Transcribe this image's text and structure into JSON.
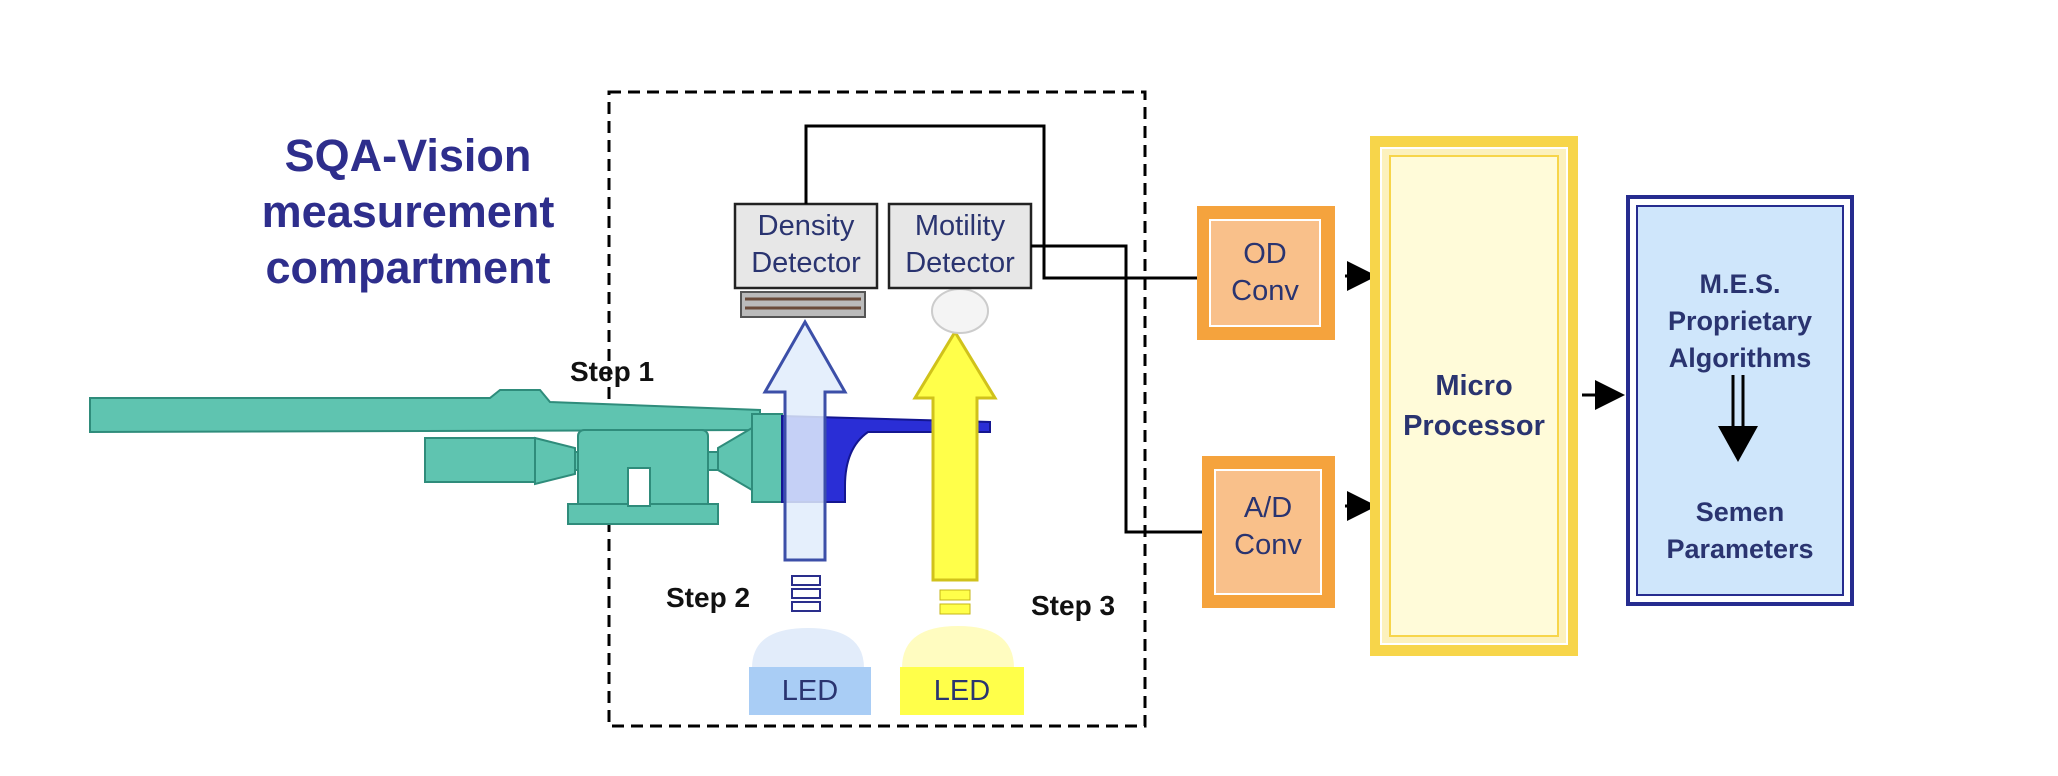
{
  "title": {
    "line1": "SQA-Vision",
    "line2": "measurement",
    "line3": "compartment"
  },
  "steps": {
    "step1": "Step 1",
    "step2": "Step 2",
    "step3": "Step 3"
  },
  "detectors": {
    "density_line1": "Density",
    "density_line2": "Detector",
    "motility_line1": "Motility",
    "motility_line2": "Detector"
  },
  "converters": {
    "od_line1": "OD",
    "od_line2": "Conv",
    "ad_line1": "A/D",
    "ad_line2": "Conv"
  },
  "processor": {
    "line1": "Micro",
    "line2": "Processor"
  },
  "algorithms": {
    "line1": "M.E.S.",
    "line2": "Proprietary",
    "line3": "Algorithms",
    "output_line1": "Semen",
    "output_line2": "Parameters"
  },
  "leds": {
    "left": "LED",
    "right": "LED"
  },
  "colors": {
    "title": "#2e2e8c",
    "device_teal": "#5fc4b0",
    "sample_blue": "#2a2ed6",
    "led_blue": "#a9cdf5",
    "led_yellow": "#ffff4a",
    "converter_orange": "#f5a33d",
    "processor_yellow": "#f7d54a",
    "algorithm_box": "#cfe6fb",
    "algorithm_border": "#262c8f"
  }
}
